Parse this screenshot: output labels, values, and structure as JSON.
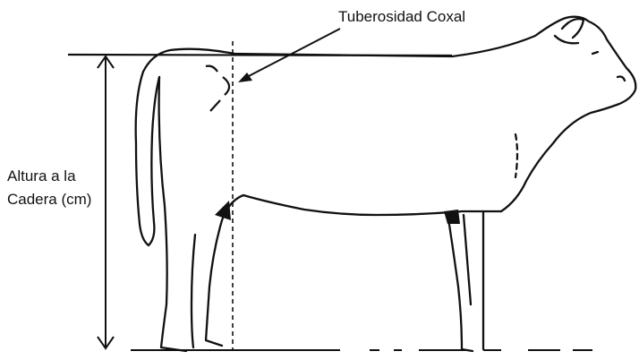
{
  "annotations": {
    "tuberosity_label": "Tuberosidad Coxal",
    "height_label_line1": "Altura a la",
    "height_label_line2": "Cadera (cm)"
  },
  "colors": {
    "ink": "#111111",
    "background": "#ffffff"
  }
}
